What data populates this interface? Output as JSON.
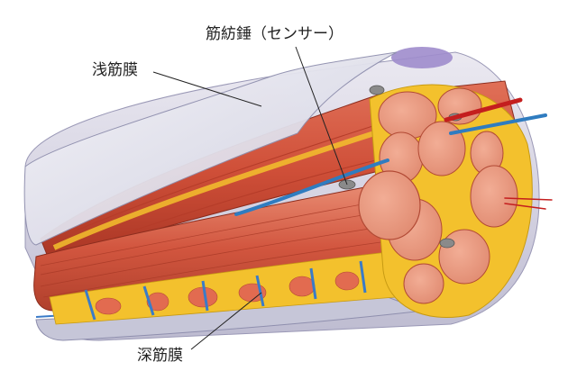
{
  "labels": {
    "muscle_spindle": "筋紡錘（センサー）",
    "superficial_fascia": "浅筋膜",
    "deep_fascia": "深筋膜"
  },
  "colors": {
    "outer_fascia": "#d9d9e6",
    "inner_sheath": "#c8c8da",
    "muscle": "#d4553e",
    "muscle_light": "#ec9a82",
    "fat": "#f3c12d",
    "vein": "#2f7cc0",
    "artery": "#c41e1e",
    "leader_line": "#222222"
  }
}
